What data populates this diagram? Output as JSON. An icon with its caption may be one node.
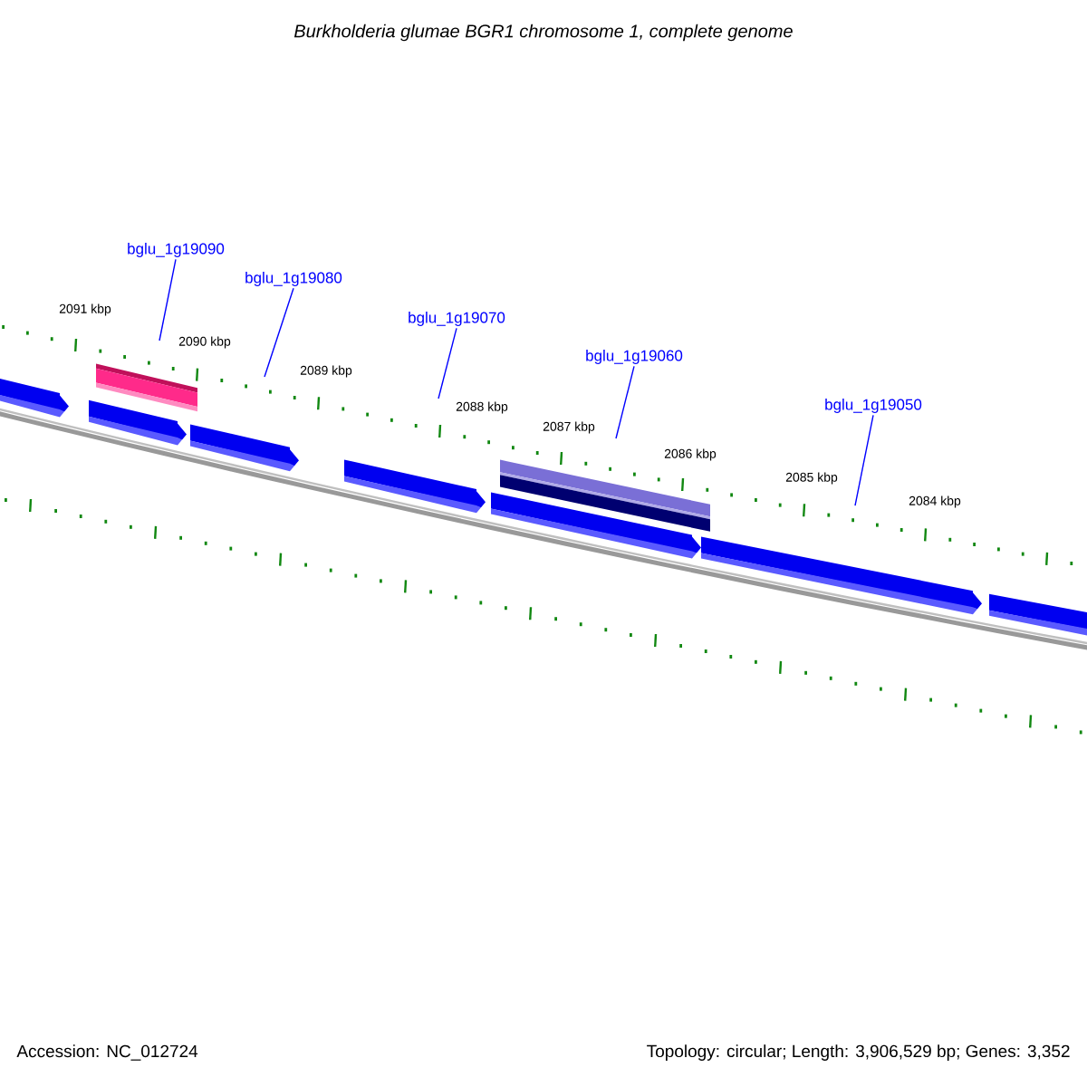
{
  "diagram": {
    "title": "Burkholderia glumae BGR1 chromosome 1, complete genome",
    "nodes": [
      {
        "text": [
          "bglu_1g19090"
        ]
      },
      {
        "text": [
          "bglu_1g19080"
        ]
      },
      {
        "text": [
          "bglu_1g19070"
        ]
      },
      {
        "text": [
          "bglu_1g19060"
        ]
      },
      {
        "text": [
          "bglu_1g19050"
        ]
      }
    ],
    "edges": [
      {
        "from": 0,
        "to": null,
        "arrow": "none"
      },
      {
        "from": 1,
        "to": null,
        "arrow": "none"
      },
      {
        "from": 2,
        "to": null,
        "arrow": "none"
      },
      {
        "from": 3,
        "to": null,
        "arrow": "none"
      },
      {
        "from": 4,
        "to": null,
        "arrow": "none"
      }
    ],
    "labels": [
      "2091 kbp",
      "2090 kbp",
      "2089 kbp",
      "2088 kbp",
      "2087 kbp",
      "2086 kbp",
      "2085 kbp",
      "2084 kbp",
      "Accession: NC_012724",
      "Topology: circular; Length: 3,906,529 bp; Genes: 3,352"
    ]
  }
}
